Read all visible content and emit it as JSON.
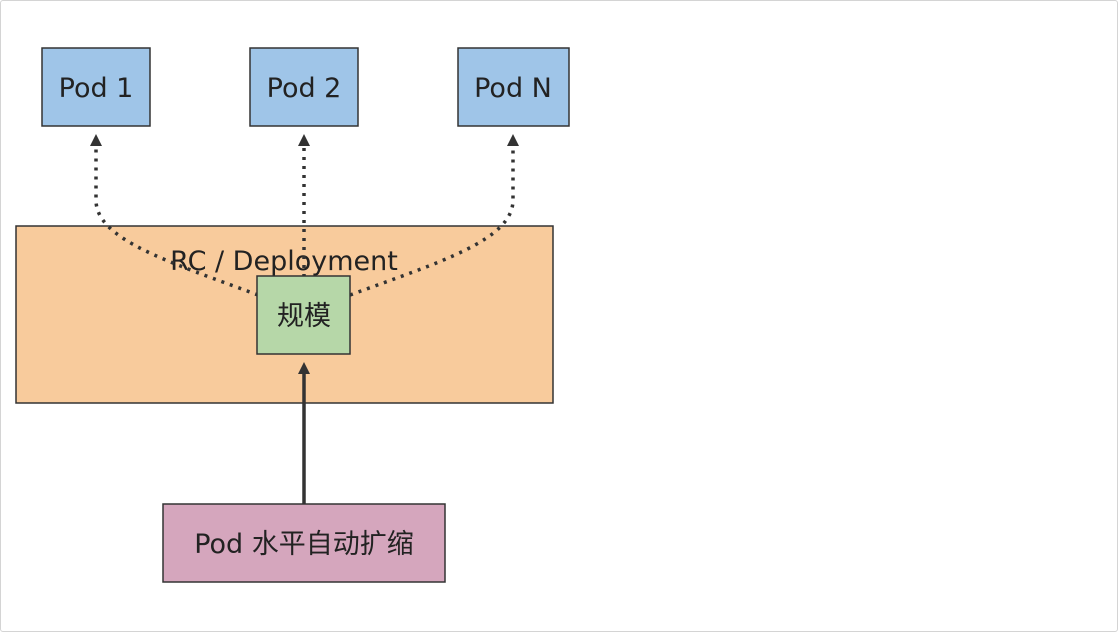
{
  "diagram": {
    "cluster": {
      "label": "RC / Deployment",
      "fill": "#f8cb9c"
    },
    "nodes": {
      "pod1": {
        "label": "Pod 1",
        "fill": "#9fc5e8"
      },
      "pod2": {
        "label": "Pod 2",
        "fill": "#9fc5e8"
      },
      "podN": {
        "label": "Pod N",
        "fill": "#9fc5e8"
      },
      "scale": {
        "label": "规模",
        "fill": "#b6d7a8"
      },
      "hpa": {
        "label": "Pod 水平自动扩缩",
        "fill": "#d5a6bd"
      }
    },
    "edges": [
      {
        "from": "scale",
        "to": "pod1",
        "style": "dashed"
      },
      {
        "from": "scale",
        "to": "pod2",
        "style": "dashed"
      },
      {
        "from": "scale",
        "to": "podN",
        "style": "dashed"
      },
      {
        "from": "hpa",
        "to": "scale",
        "style": "solid"
      }
    ],
    "stroke_color": "#333333"
  }
}
